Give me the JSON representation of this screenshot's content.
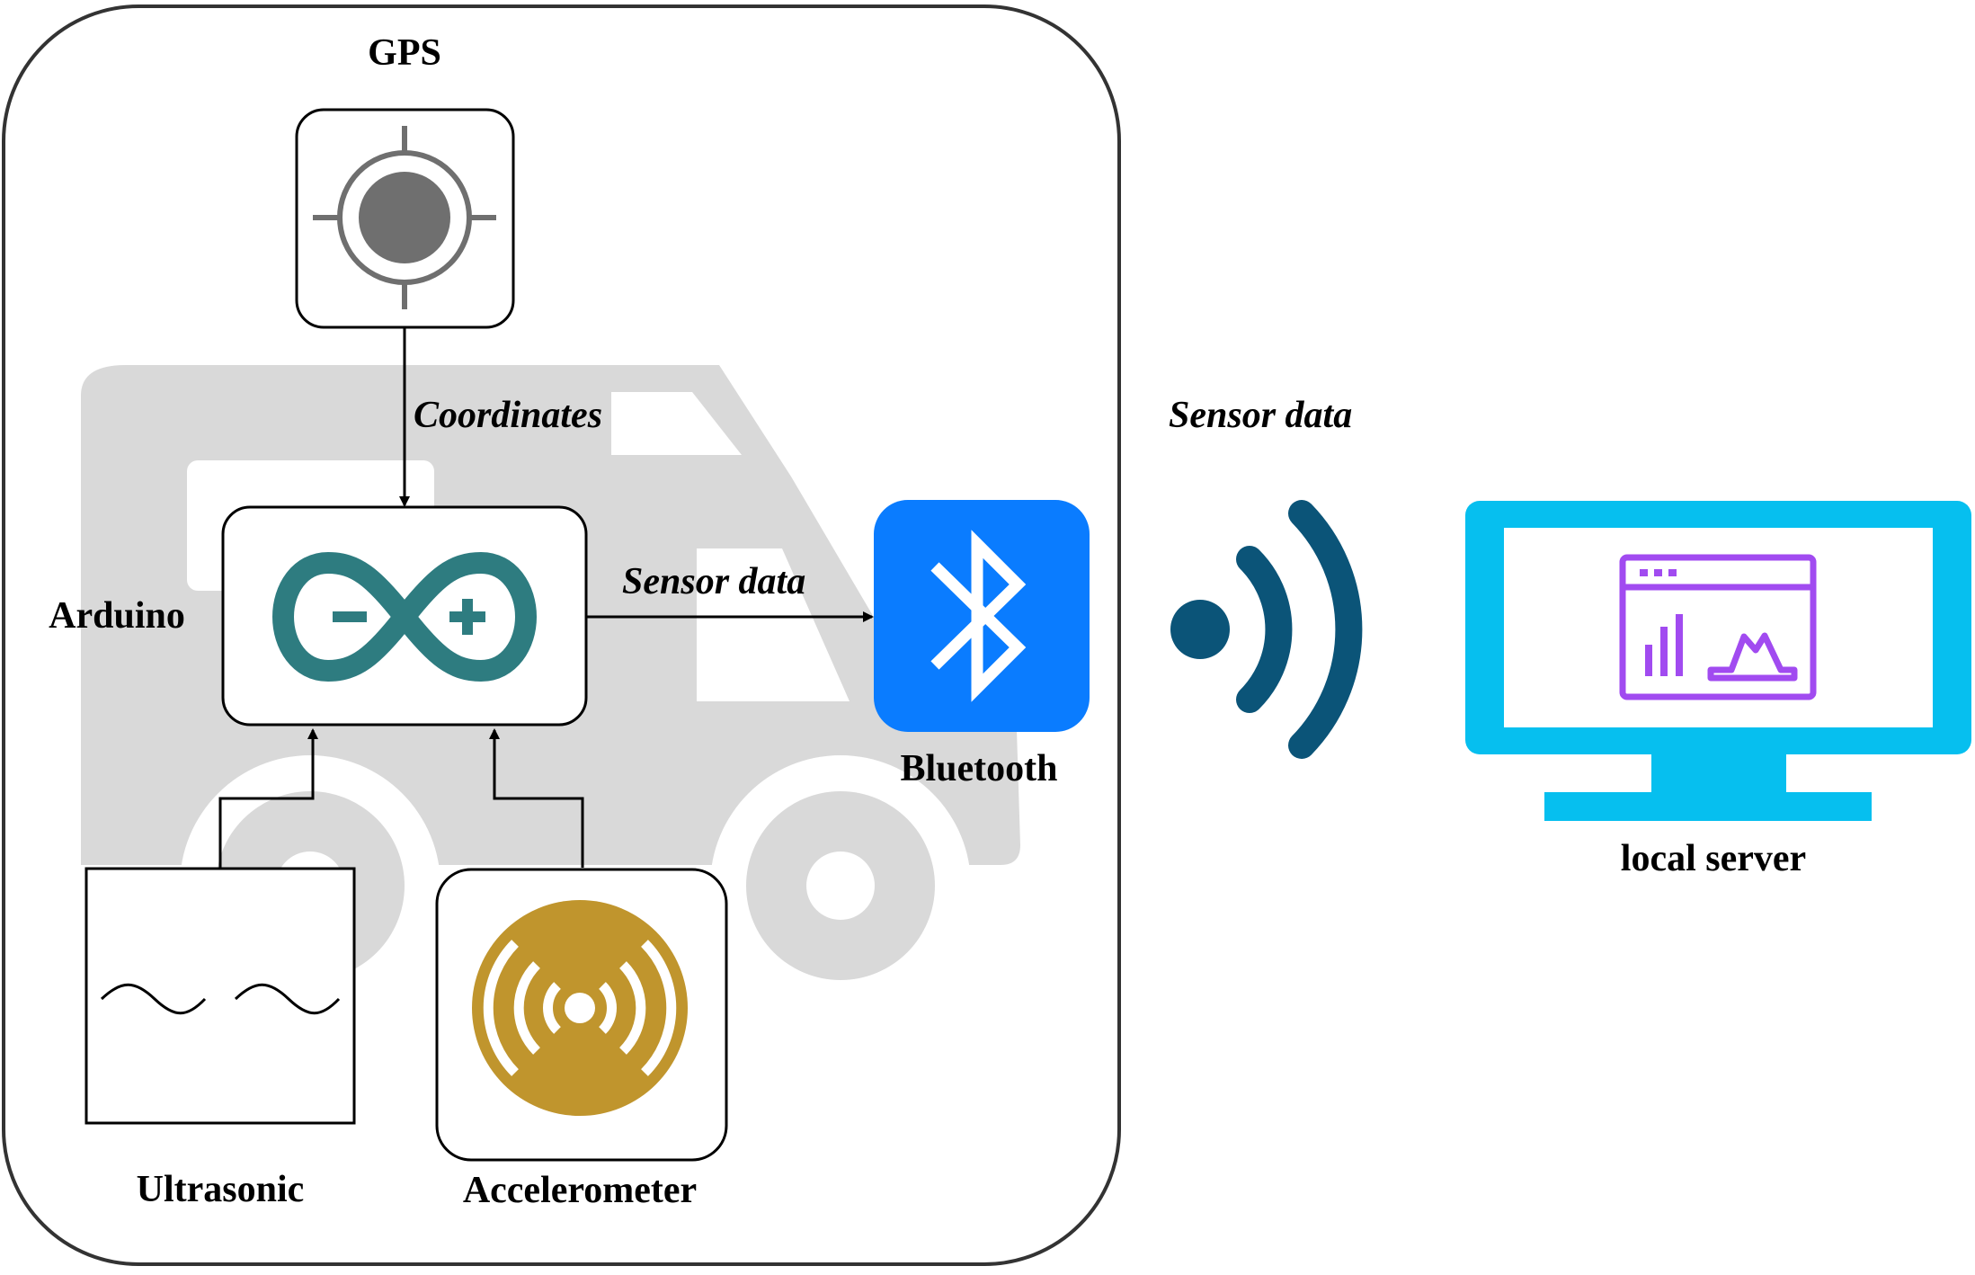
{
  "labels": {
    "gps": "GPS",
    "arduino": "Arduino",
    "bluetooth": "Bluetooth",
    "ultrasonic": "Ultrasonic",
    "accelerometer": "Accelerometer",
    "local_server": "local server"
  },
  "edges": {
    "coordinates": "Coordinates",
    "sensor_data_bt": "Sensor data",
    "sensor_data_wireless": "Sensor data"
  },
  "icons": {
    "gps": "crosshair-target-icon",
    "arduino": "arduino-infinity-icon",
    "bluetooth": "bluetooth-icon",
    "ultrasonic": "wave-pair-icon",
    "accelerometer": "vibration-sensor-icon",
    "wireless": "wireless-signal-icon",
    "server": "monitor-dashboard-icon",
    "vehicle": "camper-van-icon"
  },
  "colors": {
    "arduino": "#2E7C80",
    "bluetooth": "#0A7CFF",
    "accelerometer": "#C0952D",
    "wireless": "#0B5478",
    "monitor": "#06BFEF",
    "dashboard": "#A14BF0",
    "gps_icon": "#6F6F6F",
    "vehicle": "#D9D9D9"
  }
}
